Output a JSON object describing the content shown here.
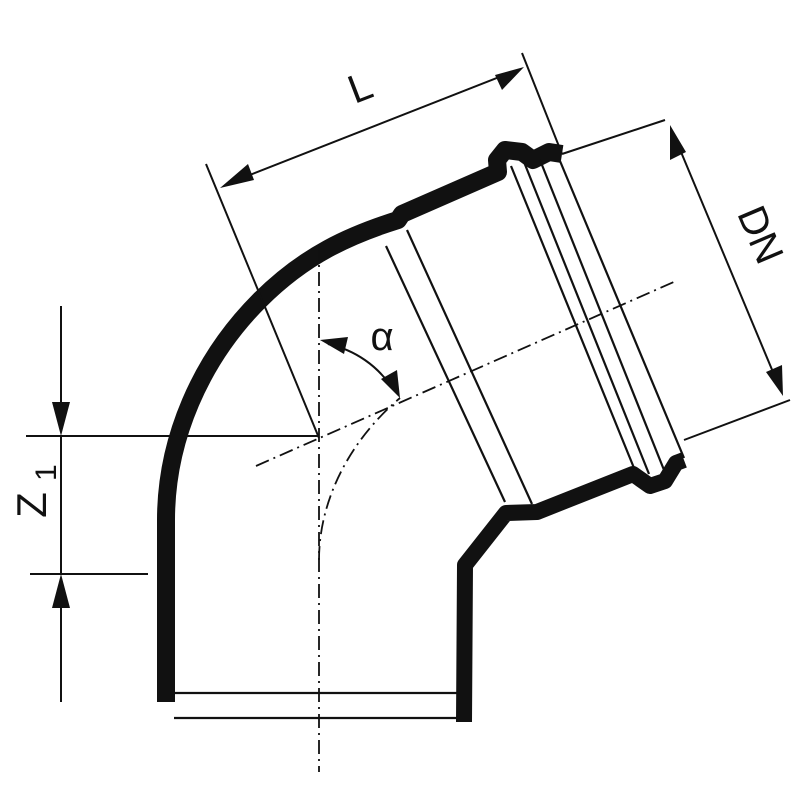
{
  "labels": {
    "length": "L",
    "diameter": "DN",
    "angle": "α",
    "offset_main": "Z",
    "offset_sub": "1"
  },
  "colors": {
    "ink": "#111111",
    "background": "#ffffff"
  }
}
